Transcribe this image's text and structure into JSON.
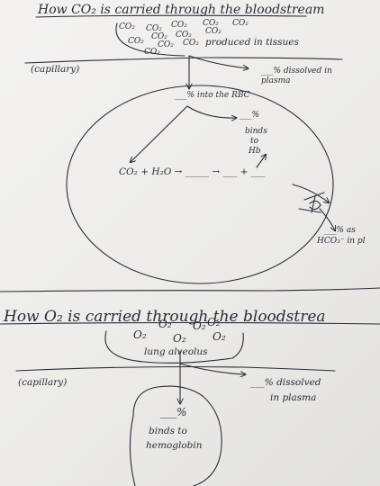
{
  "co2_section": {
    "title": "How CO₂ is carried through the bloodstream",
    "tissue_molecules": [
      "CO₂",
      "CO₂",
      "CO₂",
      "CO₂",
      "CO₂",
      "CO₂",
      "CO₂",
      "CO₂",
      "CO₂",
      "CO₂",
      "CO₂",
      "CO₂"
    ],
    "tissue_label": "produced in tissues",
    "capillary_label": "(capillary)",
    "plasma_blank": "___% dissolved in plasma",
    "rbc_blank": "___% into the RBC",
    "hb_percent": "___%",
    "hb_label_1": "binds",
    "hb_label_2": "to",
    "hb_label_3": "Hb",
    "equation": "CO₂ + H₂O → _____ → ___ + ___",
    "bicarb_blank": "___% as",
    "bicarb_label": "HCO₃⁻ in pl"
  },
  "o2_section": {
    "title": "How O₂ is carried through the bloodstrea",
    "molecules": [
      "O₂",
      "O₂",
      "O₂",
      "O₂",
      "O₂",
      "O₂"
    ],
    "alveolus_label": "lung alveolus",
    "capillary_label": "(capillary)",
    "plasma_line1": "___% dissolved",
    "plasma_line2": "in plasma",
    "hb_percent": "___%",
    "hb_line1": "binds to",
    "hb_line2": "hemoglobin"
  },
  "colors": {
    "ink": "#2b2b3a",
    "paper": "#f1f0ee"
  }
}
